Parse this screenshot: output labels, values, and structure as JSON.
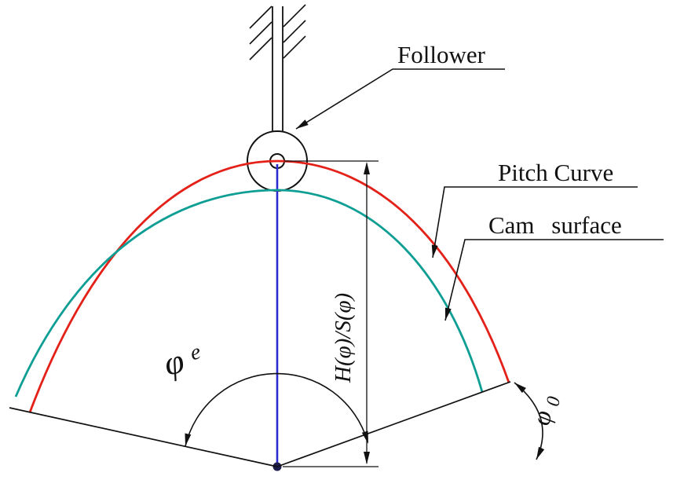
{
  "labels": {
    "follower": "Follower",
    "pitch_curve": "Pitch Curve",
    "cam_surface": "Cam surface",
    "displacement": "H(φ)/S(φ)",
    "phi": "φ",
    "phi_e_sub": "e",
    "phi_zero_sub": "0"
  },
  "colors": {
    "pitch_curve": "#e32119",
    "cam_surface": "#0f9e94",
    "follower_axis": "#2a2ad0",
    "center_dot": "#1c1c4e",
    "ink": "#111111"
  }
}
